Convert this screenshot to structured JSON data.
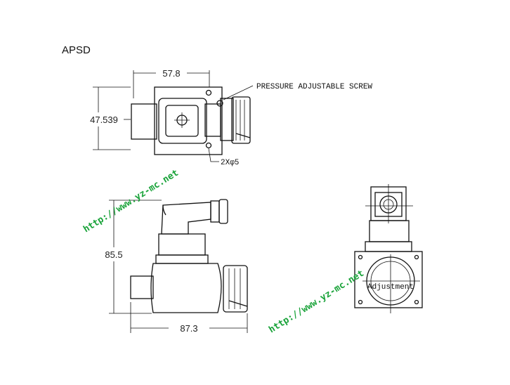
{
  "title": "APSD",
  "dimensions": {
    "top_width": "57.8",
    "top_height": "47.539",
    "side_height": "85.5",
    "side_width": "87.3"
  },
  "labels": {
    "screw": "PRESSURE ADJUSTABLE SCREW",
    "holes": "2Xφ5",
    "adjustment": "Adjustment"
  },
  "watermark": {
    "url": "http://www.yz-mc.net"
  }
}
